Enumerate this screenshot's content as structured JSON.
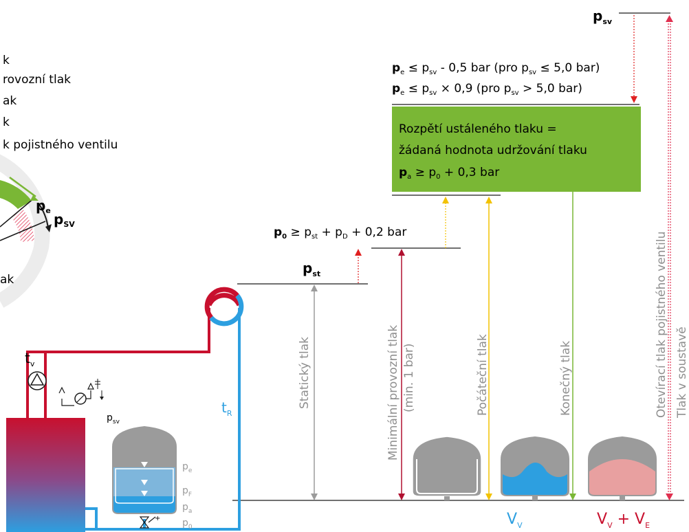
{
  "legend_partial": [
    "k",
    "rovozní tlak",
    "ak",
    "k",
    "k pojistného ventilu"
  ],
  "gauge": {
    "pe": "p",
    "pe_sub": "e",
    "psv": "p",
    "psv_sub": "SV",
    "partial_label": "ak"
  },
  "top_psv": {
    "p": "p",
    "sub": "sv"
  },
  "pe_formula_1": {
    "p": "p",
    "e": "e",
    "leq": " ≤ p",
    "sv": "sv",
    "rest": " - 0,5 bar (pro p",
    "sv2": "sv",
    "tail": " ≤ 5,0 bar)"
  },
  "pe_formula_2": {
    "p": "p",
    "e": "e",
    "leq": " ≤ p",
    "sv": "sv",
    "rest": " × 0,9 (pro p",
    "sv2": "sv",
    "tail": " > 5,0 bar)"
  },
  "green_box": {
    "line1": "Rozpětí ustáleného tlaku =",
    "line2": "žádaná hodnota udržování tlaku",
    "pa": "p",
    "pa_sub": "a",
    "pa_rest": " ≥ p",
    "p0_sub": "0",
    "pa_tail": " + 0,3 bar",
    "color": "#7ab735"
  },
  "p0_formula": {
    "p": "p",
    "sub": "0",
    "a": " ≥ p",
    "st": "st",
    "b": " + p",
    "d": "D",
    "c": " + 0,2 bar"
  },
  "pst_label": {
    "p": "p",
    "sub": "st"
  },
  "vertical_labels": {
    "static": "Statický tlak",
    "min_op": "Minimální provozní tlak",
    "min_op_note": "(min. 1 bar)",
    "initial": "Počáteční tlak",
    "final": "Konečný tlak",
    "relief": "Otevírací tlak pojistného ventilu",
    "system": "Tlak v soustavě"
  },
  "system": {
    "tv": "t",
    "tv_sub": "v",
    "tr": "t",
    "tr_sub": "R",
    "psv_small": "p",
    "psv_small_sub": "sv"
  },
  "vessel_labels": {
    "pe": "p",
    "pe_sub": "e",
    "pf": "p",
    "pf_sub": "F",
    "pa": "p",
    "pa_sub": "a",
    "p0": "p",
    "p0_sub": "0"
  },
  "volumes": {
    "vv": "V",
    "vv_sub": "V",
    "vve_a": "V",
    "vve_a_sub": "V",
    "vve_plus": " + V",
    "vve_b_sub": "E"
  },
  "colors": {
    "red": "#c8102e",
    "blue": "#2d9fe0",
    "yellow": "#f2c200",
    "green": "#7ab735",
    "gray": "#9b9b9b"
  }
}
